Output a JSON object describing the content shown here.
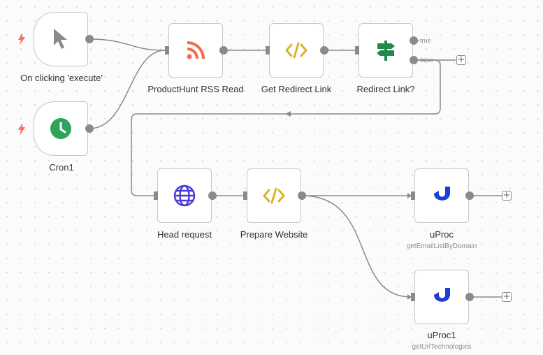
{
  "nodes": {
    "manual_trigger": {
      "label": "On clicking 'execute'",
      "icon": "pointer-icon"
    },
    "cron": {
      "label": "Cron1",
      "icon": "clock-icon"
    },
    "rss_read": {
      "label": "ProductHunt RSS Read",
      "icon": "rss-icon"
    },
    "get_redirect": {
      "label": "Get Redirect Link",
      "icon": "code-icon"
    },
    "redirect_if": {
      "label": "Redirect Link?",
      "icon": "signpost-icon",
      "outputs": {
        "true": "true",
        "false": "false"
      }
    },
    "head_request": {
      "label": "Head request",
      "icon": "globe-icon"
    },
    "prepare_website": {
      "label": "Prepare Website",
      "icon": "code-icon"
    },
    "uproc": {
      "label": "uProc",
      "sublabel": "getEmailListByDomain",
      "icon": "uproc-icon"
    },
    "uproc1": {
      "label": "uProc1",
      "sublabel": "getUrlTechnologies",
      "icon": "uproc-icon"
    }
  },
  "colors": {
    "edge": "#8a8a8a",
    "trigger_bolt": "#ff6d5a",
    "rss": "#f26b4f",
    "code": "#d7b32a",
    "signpost": "#1f8a4c",
    "globe": "#4a3ad8",
    "uproc": "#1f3dd6",
    "cron": "#2fa35b"
  }
}
